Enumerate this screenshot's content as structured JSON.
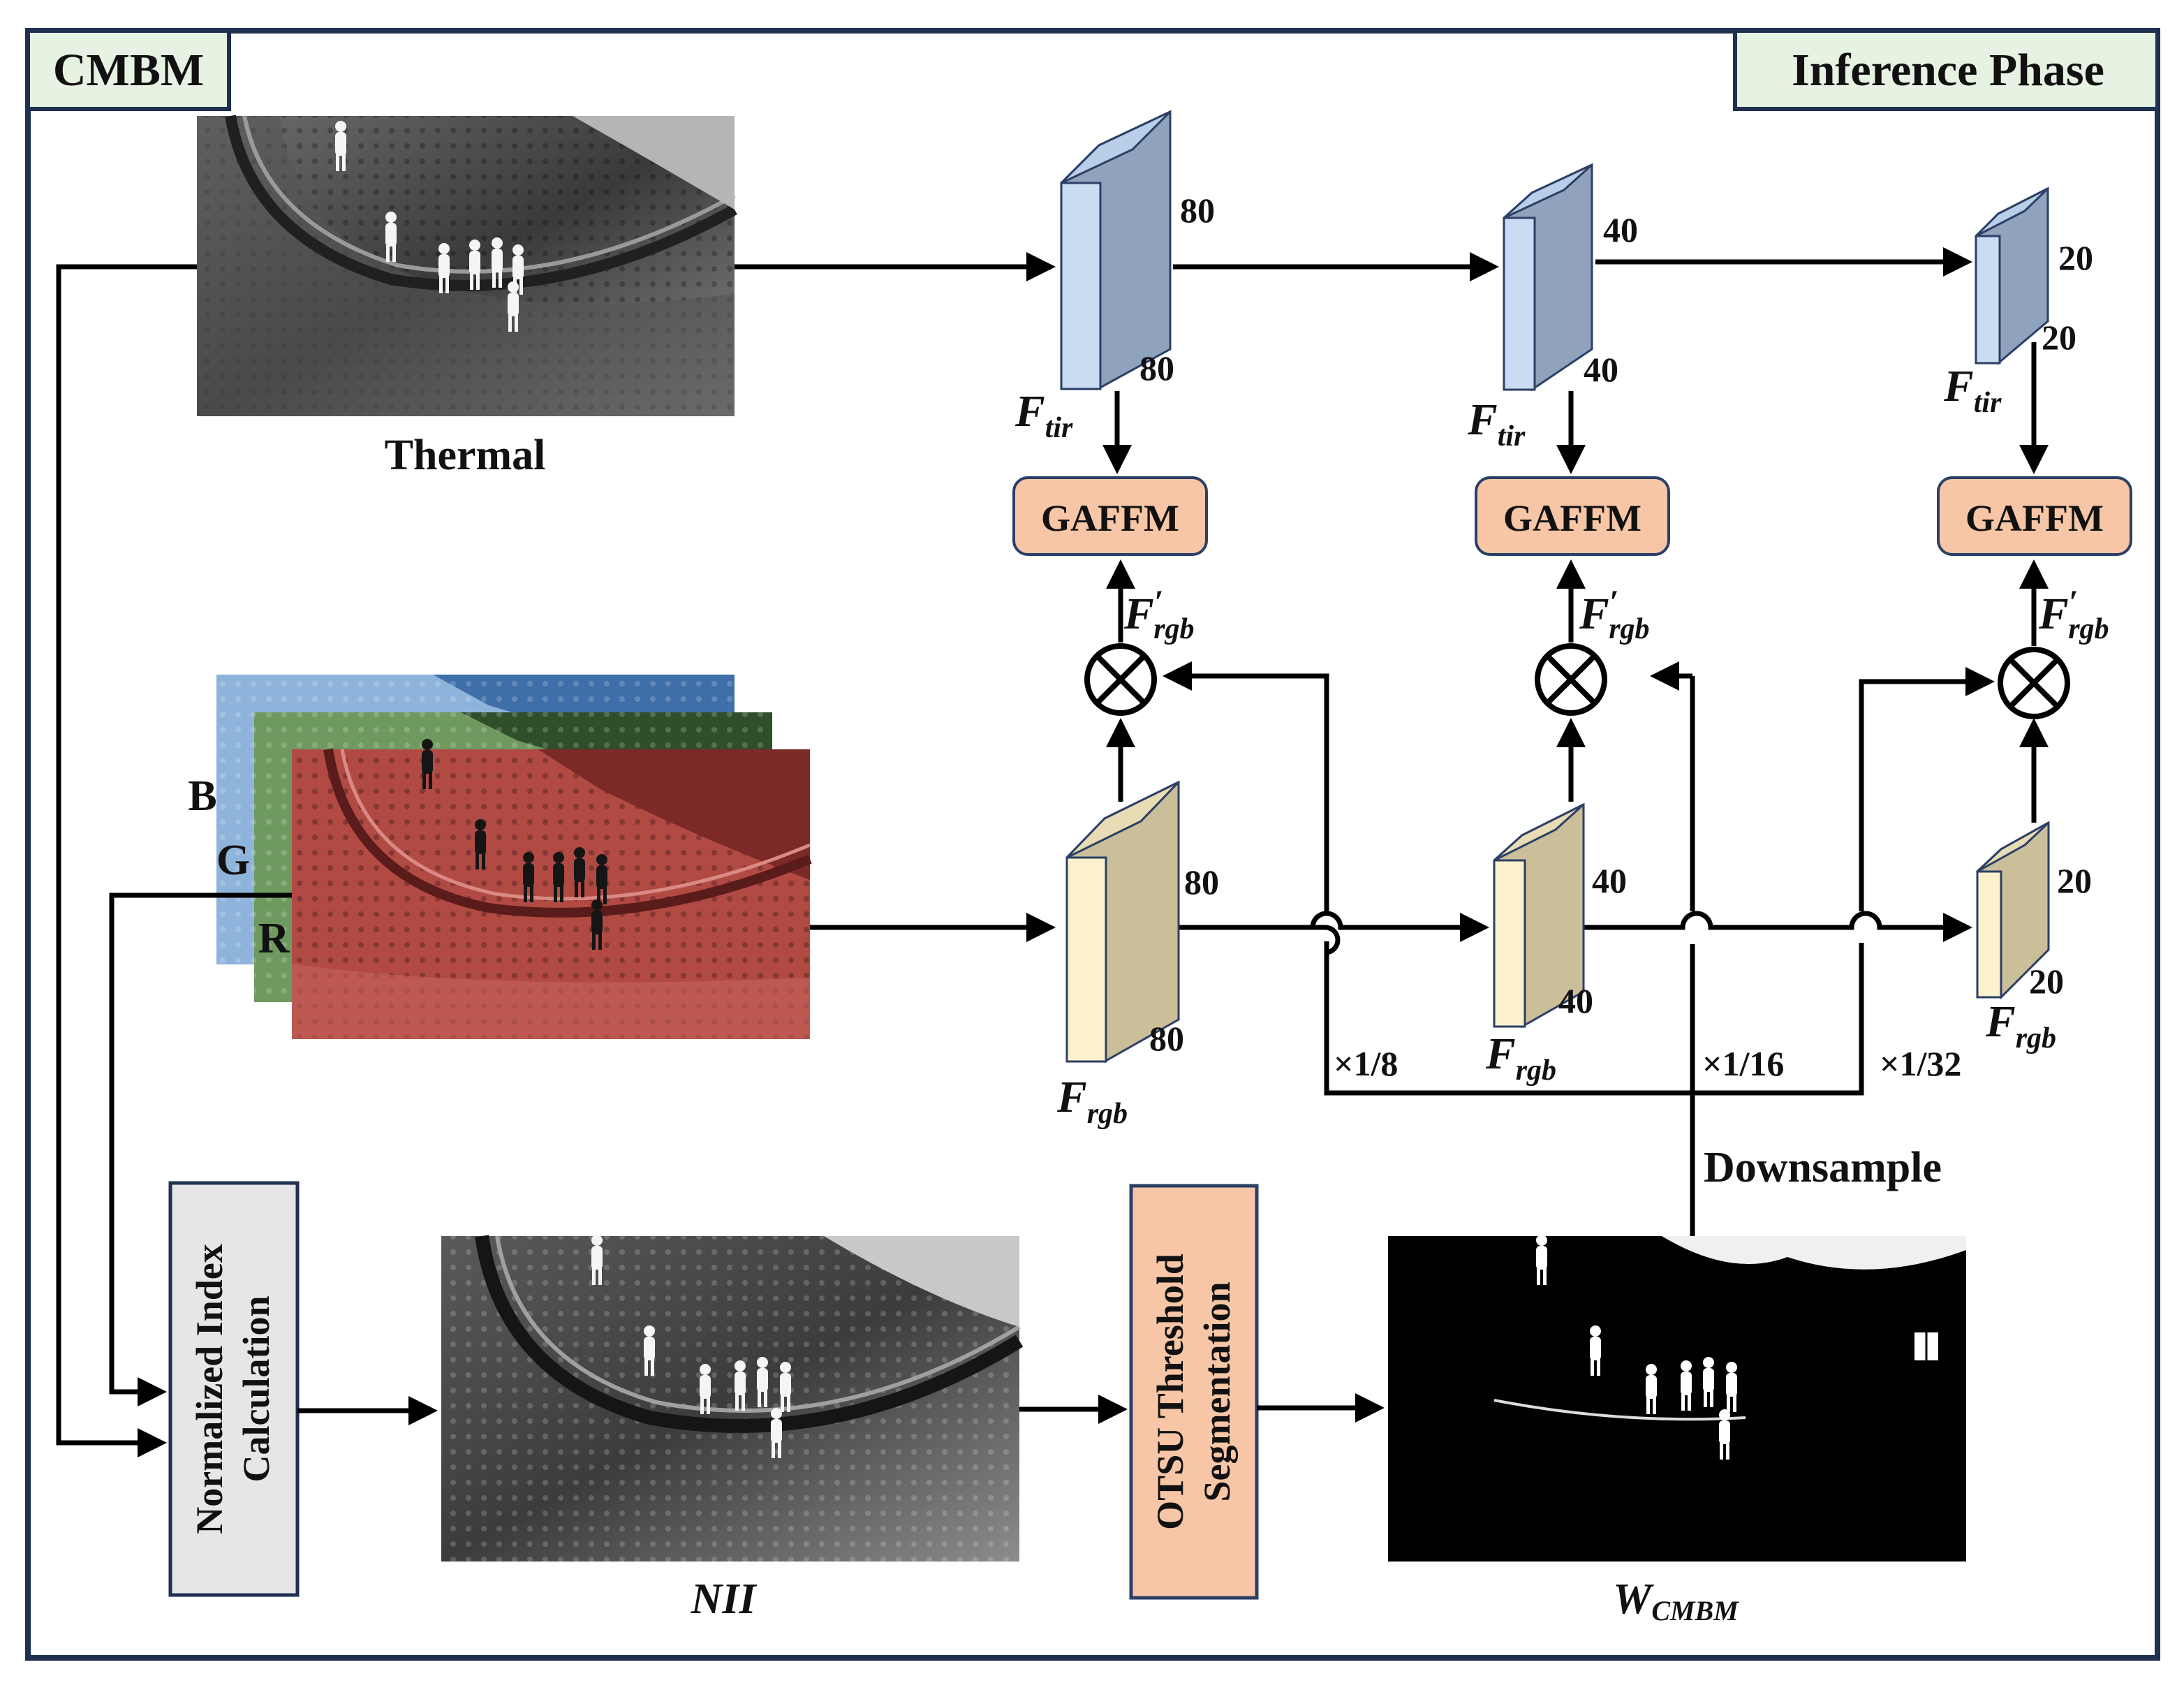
{
  "header": {
    "module_tag": "CMBM",
    "phase_tag": "Inference Phase"
  },
  "images": {
    "thermal_label": "Thermal",
    "channel_b": "B",
    "channel_g": "G",
    "channel_r": "R",
    "nii_label": "NII",
    "w_base": "W",
    "w_sub": "CMBM"
  },
  "process_boxes": {
    "normalized_line1": "Normalized Index",
    "normalized_line2": "Calculation",
    "otsu_line1": "OTSU Threshold",
    "otsu_line2": "Segmentation"
  },
  "stages": [
    {
      "tir_h": "80",
      "tir_w": "80",
      "rgb_h": "80",
      "rgb_w": "80",
      "gaffm": "GAFFM",
      "scale": "×1/8"
    },
    {
      "tir_h": "40",
      "tir_w": "40",
      "rgb_h": "40",
      "rgb_w": "40",
      "gaffm": "GAFFM",
      "scale": "×1/16"
    },
    {
      "tir_h": "20",
      "tir_w": "20",
      "rgb_h": "20",
      "rgb_w": "20",
      "gaffm": "GAFFM",
      "scale": "×1/32"
    }
  ],
  "symbols": {
    "f": "F",
    "tir": "tir",
    "rgb": "rgb",
    "prime": "′"
  },
  "downsample_label": "Downsample",
  "colors": {
    "frame": "#1f3050",
    "tag_fill": "#e6f2e2",
    "gaffm_fill": "#f7c6a6",
    "gaffm_stroke": "#2c3f66",
    "tir_front": "#c9dcf1",
    "tir_side": "#8fa3bd",
    "rgb_front": "#fbf1cc",
    "rgb_side": "#cbbf9a",
    "otsu_fill": "#f7c6a6",
    "norm_fill": "#e6e6e6"
  }
}
